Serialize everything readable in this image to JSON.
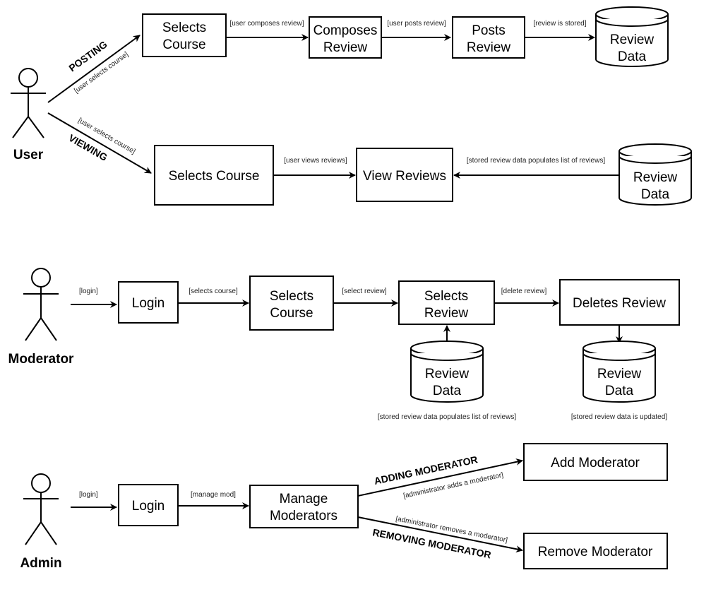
{
  "actors": {
    "user": "User",
    "moderator": "Moderator",
    "admin": "Admin"
  },
  "user_flow": {
    "posting_label": "POSTING",
    "viewing_label": "VIEWING",
    "posting_edge": "[user selects course]",
    "viewing_edge": "[user selects course]",
    "selects_course_1": "Selects",
    "selects_course_2": "Course",
    "composes_1": "Composes",
    "composes_2": "Review",
    "posts_1": "Posts",
    "posts_2": "Review",
    "review_data_1": "Review",
    "review_data_2": "Data",
    "edge_composes": "[user composes review]",
    "edge_posts": "[user posts review]",
    "edge_stored": "[review is stored]",
    "view_selects_course": "Selects Course",
    "view_reviews": "View Reviews",
    "edge_views": "[user views reviews]",
    "edge_populates": "[stored review data populates list of reviews]",
    "view_data_1": "Review",
    "view_data_2": "Data"
  },
  "moderator_flow": {
    "edge_login": "[login]",
    "login": "Login",
    "edge_selects_course": "[selects course]",
    "selects_course_1": "Selects",
    "selects_course_2": "Course",
    "edge_select_review": "[select review]",
    "selects_review_1": "Selects",
    "selects_review_2": "Review",
    "edge_delete": "[delete review]",
    "deletes_review": "Deletes Review",
    "data_left_1": "Review",
    "data_left_2": "Data",
    "data_right_1": "Review",
    "data_right_2": "Data",
    "note_populates": "[stored review data populates list of reviews]",
    "note_updated": "[stored review data is updated]"
  },
  "admin_flow": {
    "edge_login": "[login]",
    "login": "Login",
    "edge_manage": "[manage mod]",
    "manage_1": "Manage",
    "manage_2": "Moderators",
    "adding_label": "ADDING MODERATOR",
    "edge_adds": "[administrator adds a moderator]",
    "add_moderator": "Add Moderator",
    "edge_removes": "[administrator removes a moderator]",
    "removing_label": "REMOVING MODERATOR",
    "remove_moderator": "Remove Moderator"
  }
}
